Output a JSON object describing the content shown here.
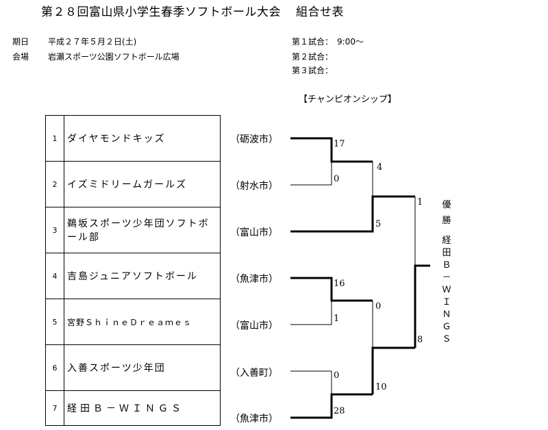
{
  "title": {
    "main": "第２８回富山県小学生春季ソフトボール大会",
    "sub": "組合せ表"
  },
  "info": {
    "date_label": "期日",
    "date_value": "平成２７年５月２日(土)",
    "venue_label": "会場",
    "venue_value": "岩瀬スポーツ公園ソフトボール広場",
    "match1": "第１試合：　9:00～",
    "match2": "第２試合：",
    "match3": "第３試合："
  },
  "bracket_title": "【チャンピオンシップ】",
  "teams": [
    {
      "num": "1",
      "name": "ダイヤモンドキッズ",
      "city": "（砺波市）"
    },
    {
      "num": "2",
      "name": "イズミドリームガールズ",
      "city": "（射水市）"
    },
    {
      "num": "3",
      "name": "鵜坂スポーツ少年団ソフトボール部",
      "city": "（富山市）"
    },
    {
      "num": "4",
      "name": "吉島ジュニアソフトボール",
      "city": "（魚津市）"
    },
    {
      "num": "5",
      "name": "宮野ＳｈｉｎｅＤｒｅａｍｅｓ",
      "city": "（富山市）"
    },
    {
      "num": "6",
      "name": "入善スポーツ少年団",
      "city": "（入善町）"
    },
    {
      "num": "7",
      "name": "経田Ｂ－ＷＩＮＧＳ",
      "city": "（魚津市）"
    }
  ],
  "scores": {
    "m1_top": "17",
    "m1_bottom": "0",
    "m2_top": "16",
    "m2_bottom": "1",
    "m3_top": "0",
    "m3_bottom": "28",
    "sf1_top": "4",
    "sf1_bottom": "5",
    "sf2_top": "0",
    "sf2_bottom": "10",
    "final_top": "1",
    "final_bottom": "8"
  },
  "champion": {
    "label_1": "優",
    "label_2": "勝",
    "name_chars": [
      "経",
      "田",
      "Ｂ",
      "－",
      "Ｗ",
      "Ｉ",
      "Ｎ",
      "Ｇ",
      "Ｓ"
    ]
  }
}
